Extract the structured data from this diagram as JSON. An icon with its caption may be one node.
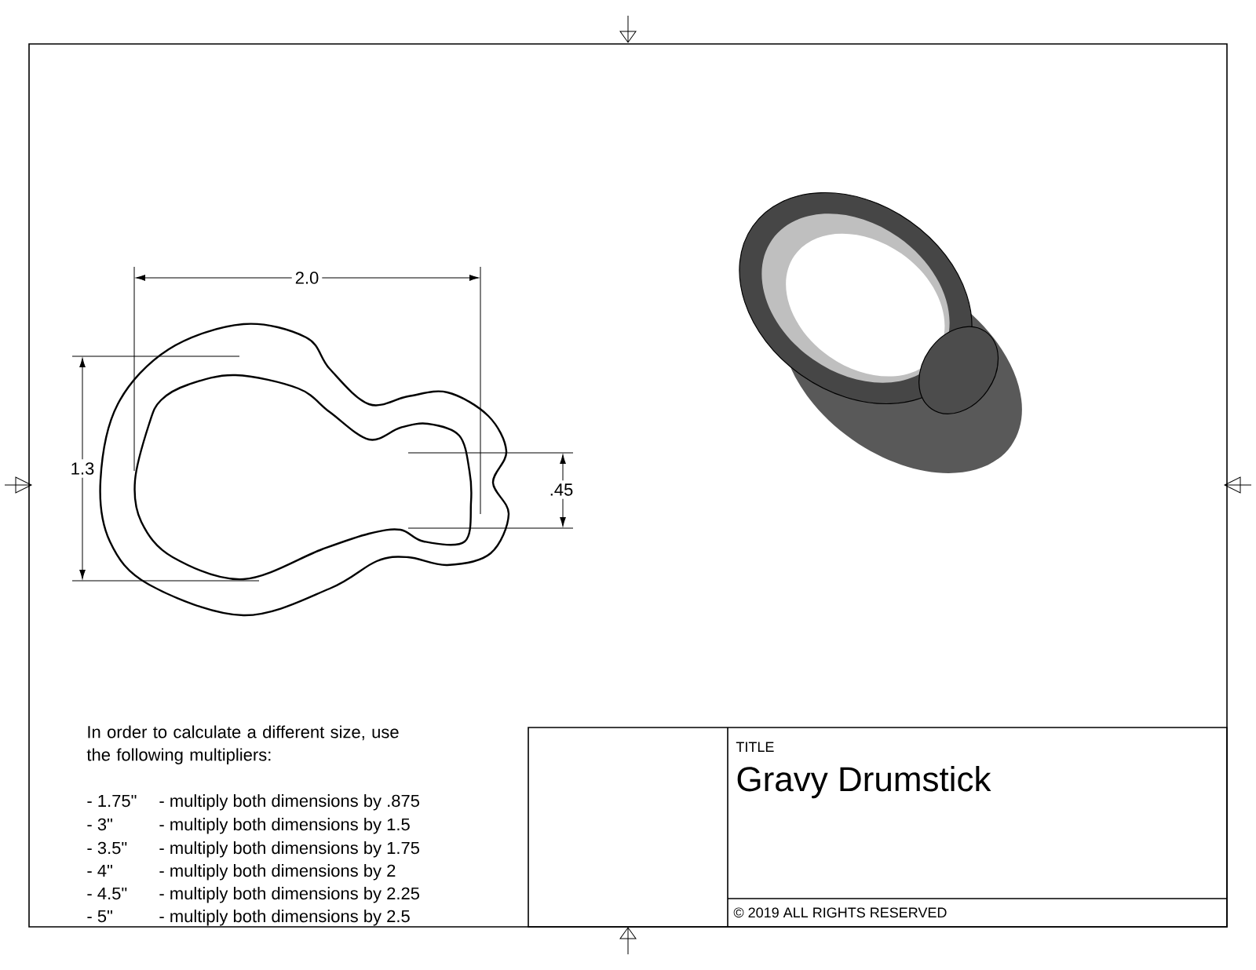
{
  "diagram": {
    "title": "Gravy Drumstick",
    "labels": [
      "2.0",
      "1.3",
      ".45",
      "In order to calculate a different size, use the following multipliers:",
      "- 1.75\"",
      "- multiply both dimensions by .875",
      "- 3\"",
      "- multiply both dimensions by 1.5",
      "- 3.5\"",
      "- multiply both dimensions by 1.75",
      "- 4\"",
      "- multiply both dimensions by 2",
      "- 4.5\"",
      "- multiply both dimensions by 2.25",
      "- 5\"",
      "- multiply both dimensions by 2.5",
      "TITLE",
      "© 2019 ALL RIGHTS RESERVED"
    ]
  }
}
